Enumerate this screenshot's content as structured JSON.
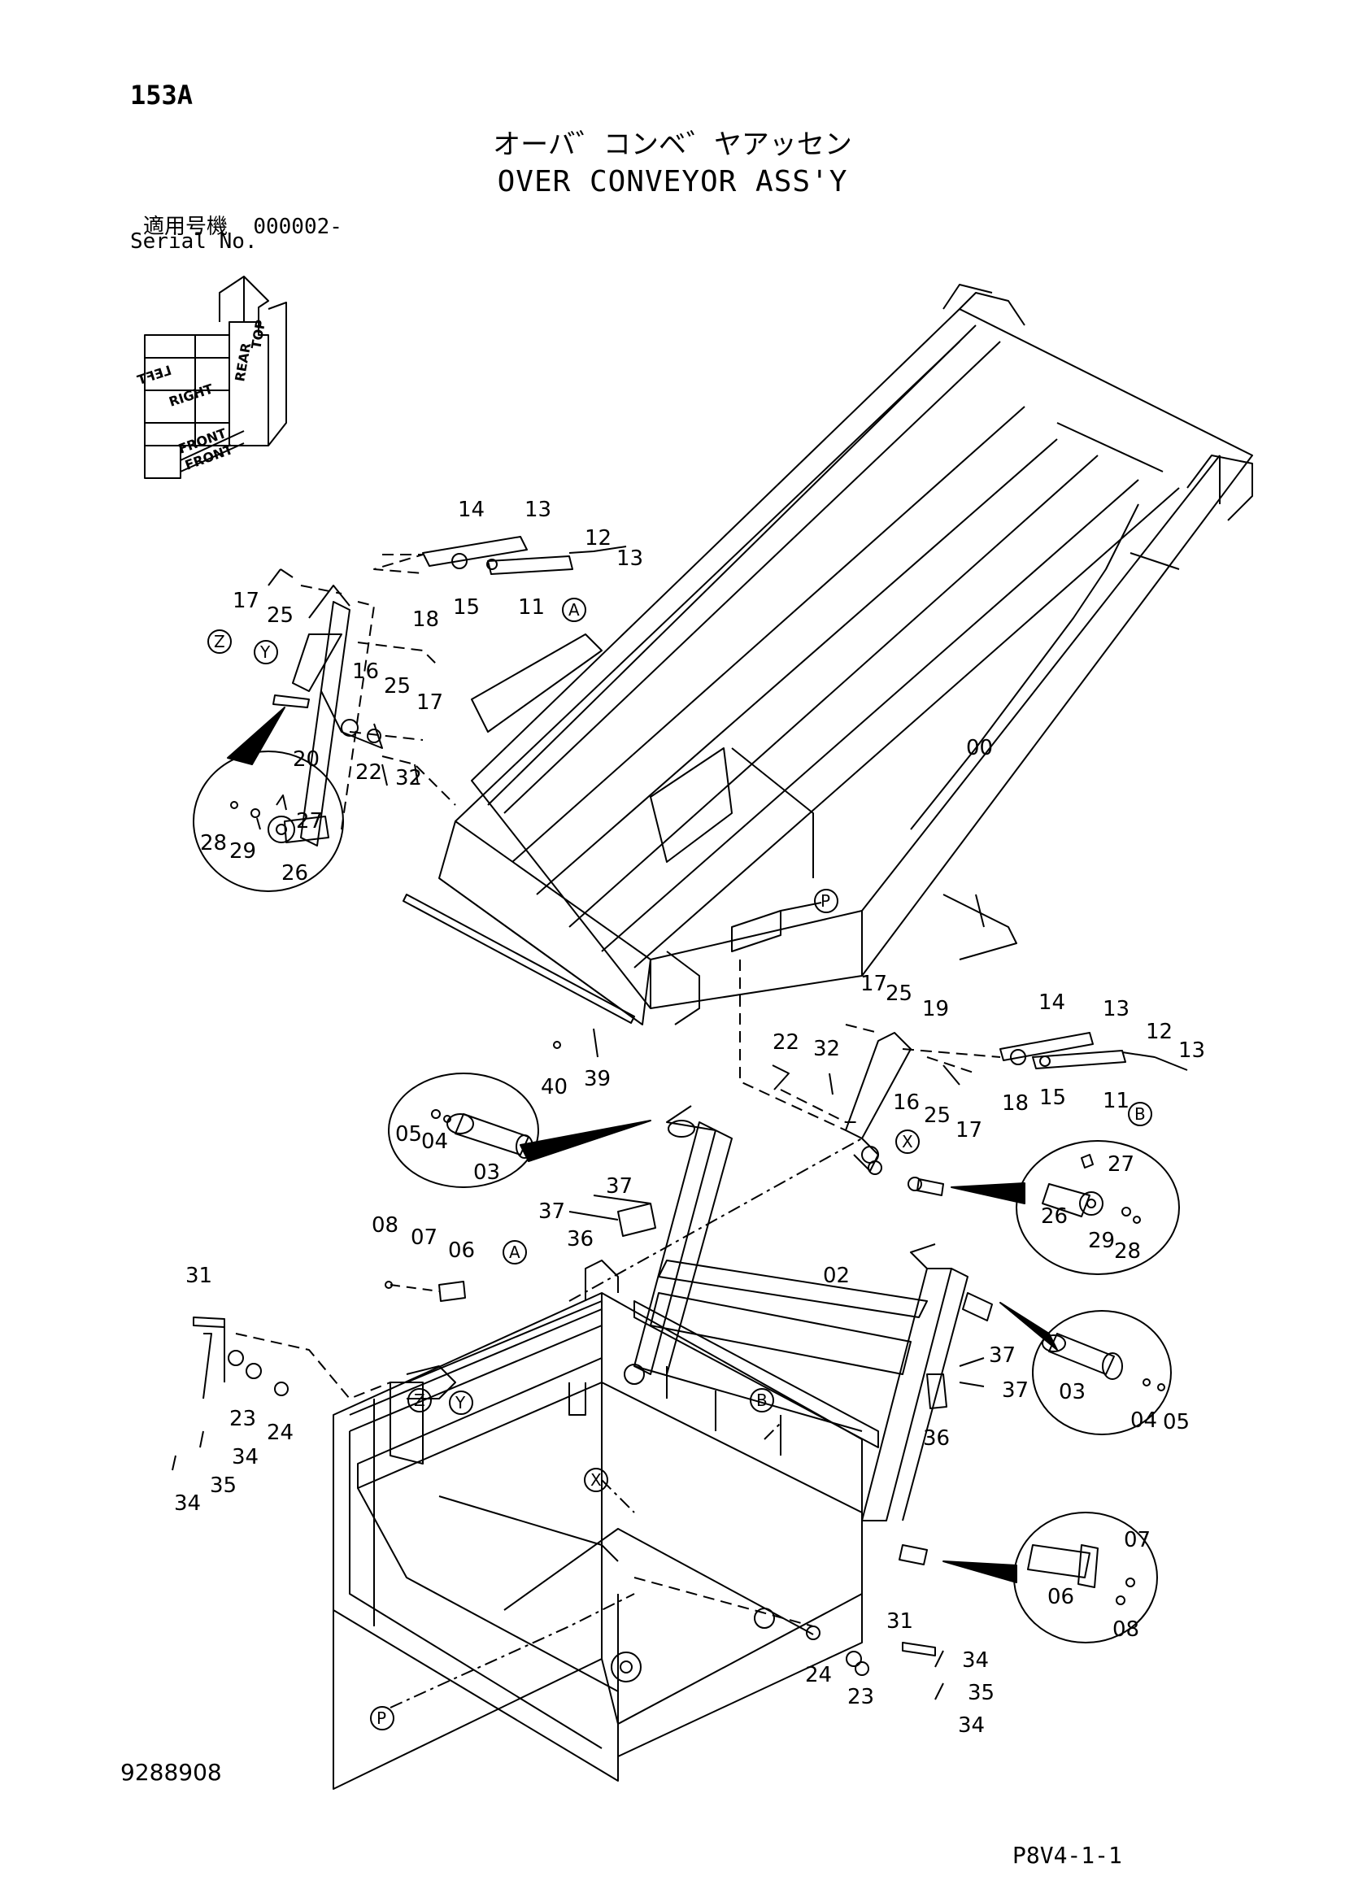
{
  "header": {
    "page_number": "153A",
    "title_jp": "オーバ゛コンベ゛ヤアッセン",
    "title_en": "OVER CONVEYOR ASS'Y",
    "serial_label_jp": "適用号機",
    "serial_value": "000002-",
    "serial_label_en": "Serial No."
  },
  "orientation": {
    "labels": [
      "RIGHT",
      "FRONT",
      "TOP"
    ],
    "mirrored": [
      "LEFT",
      "REAR"
    ]
  },
  "reference_markers": [
    "A",
    "B",
    "P",
    "X",
    "Y",
    "Z"
  ],
  "part_labels": {
    "upper_left": [
      "14",
      "13",
      "12",
      "13",
      "17",
      "25",
      "18",
      "15",
      "11",
      "16",
      "25",
      "17",
      "20",
      "22",
      "32"
    ],
    "detail_upper_left": [
      "28",
      "29",
      "27",
      "26"
    ],
    "conveyor": [
      "00",
      "40",
      "39"
    ],
    "right_cylinder": [
      "17",
      "25",
      "19",
      "14",
      "13",
      "12",
      "13",
      "22",
      "32",
      "16",
      "25",
      "17",
      "18",
      "15",
      "11"
    ],
    "detail_pin_left": [
      "05",
      "04",
      "03"
    ],
    "detail_right": [
      "27",
      "26",
      "29",
      "28"
    ],
    "bracket_left": [
      "37",
      "37",
      "36",
      "08",
      "07",
      "06",
      "31",
      "23",
      "24",
      "34",
      "35",
      "34"
    ],
    "frame": [
      "02",
      "37",
      "37",
      "36"
    ],
    "detail_pin_right": [
      "03",
      "04",
      "05"
    ],
    "detail_bottom_right": [
      "07",
      "06",
      "08"
    ],
    "bottom": [
      "31",
      "34",
      "35",
      "24",
      "23",
      "34"
    ]
  },
  "footer": {
    "drawing_number": "9288908",
    "sheet_reference": "P8V4-1-1"
  }
}
